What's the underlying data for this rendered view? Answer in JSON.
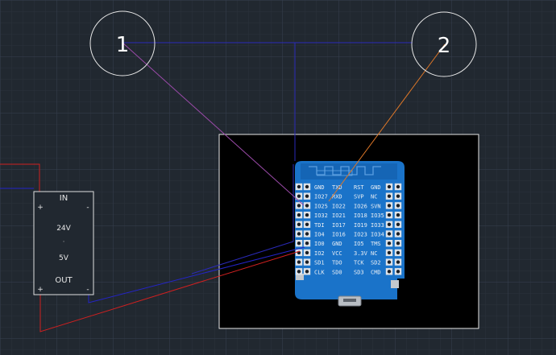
{
  "colors": {
    "canvas": "#212830",
    "grid_minor": "#2a323b",
    "grid_major": "#364050",
    "wire_red": "#d02020",
    "wire_blue": "#2424c8",
    "wire_purple": "#9a4aa8",
    "wire_orange": "#e07828",
    "pcb_blue": "#1a73c9",
    "image_bg": "#000000"
  },
  "markers": [
    {
      "id": "marker-1",
      "label": "1"
    },
    {
      "id": "marker-2",
      "label": "2"
    }
  ],
  "converter": {
    "top_label": "IN",
    "top_plus": "+",
    "top_minus": "-",
    "in_voltage": "24V",
    "separator": "·",
    "out_voltage": "5V",
    "bottom_label": "OUT",
    "bottom_plus": "+",
    "bottom_minus": "-"
  },
  "board": {
    "pin_rows": [
      [
        "GND",
        "TXD",
        "RST",
        "GND"
      ],
      [
        "IO27",
        "RXD",
        "SVP",
        "NC"
      ],
      [
        "IO25",
        "IO22",
        "IO26",
        "SVN"
      ],
      [
        "IO32",
        "IO21",
        "IO18",
        "IO35"
      ],
      [
        "TDI",
        "IO17",
        "IO19",
        "IO33"
      ],
      [
        "IO4",
        "IO16",
        "IO23",
        "IO34"
      ],
      [
        "IO0",
        "GND",
        "IO5",
        "TMS"
      ],
      [
        "IO2",
        "VCC",
        "3.3V",
        "NC"
      ],
      [
        "SD1",
        "TDO",
        "TCK",
        "SD2"
      ],
      [
        "CLK",
        "SD0",
        "SD3",
        "CMD"
      ]
    ]
  }
}
